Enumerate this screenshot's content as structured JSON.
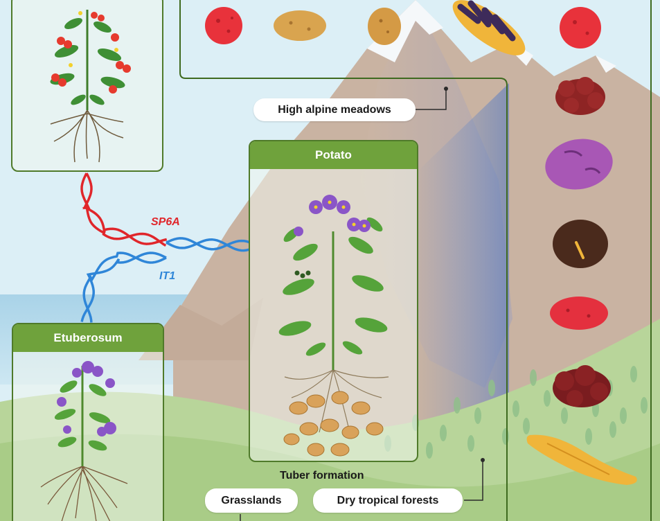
{
  "panels": {
    "tomato": {
      "title": ""
    },
    "potato": {
      "title": "Potato"
    },
    "etuberosum": {
      "title": "Etuberosum"
    }
  },
  "genes": {
    "sp6a": {
      "label": "SP6A",
      "color": "#e0262b"
    },
    "it1": {
      "label": "IT1",
      "color": "#2f86d8"
    }
  },
  "habitats": {
    "high_alpine": "High alpine meadows",
    "grasslands": "Grasslands",
    "dry_tropical": "Dry tropical forests"
  },
  "process_label": "Tuber formation",
  "colors": {
    "sky": "#dceff6",
    "mountain": "#cdb6a4",
    "snow": "#f5f8fa",
    "grass": "#b8d59a",
    "panel_border": "#4f7a2a",
    "panel_header": "#6fa23c",
    "flower": "#8a55c7",
    "tomato": "#e63a2e",
    "tuber": "#d9a25a"
  },
  "tubers": [
    {
      "name": "red-round-tuber",
      "color": "#e8323b"
    },
    {
      "name": "tan-oval-tuber",
      "color": "#d9a44f"
    },
    {
      "name": "small-tan-tuber",
      "color": "#d49a45"
    },
    {
      "name": "purple-striped-fingerling-tuber",
      "color": "#3d2b5a"
    },
    {
      "name": "red-round-tuber-2",
      "color": "#e8323b"
    },
    {
      "name": "dark-red-knobby-tuber",
      "color": "#8e2424"
    },
    {
      "name": "purple-oval-tuber",
      "color": "#a857b5"
    },
    {
      "name": "brown-dark-tuber",
      "color": "#4a2a1c"
    },
    {
      "name": "red-oval-tuber",
      "color": "#e4303e"
    },
    {
      "name": "dark-red-cluster-tuber",
      "color": "#7a1c1f"
    },
    {
      "name": "yellow-fingerling-tuber",
      "color": "#f0b53a"
    }
  ]
}
